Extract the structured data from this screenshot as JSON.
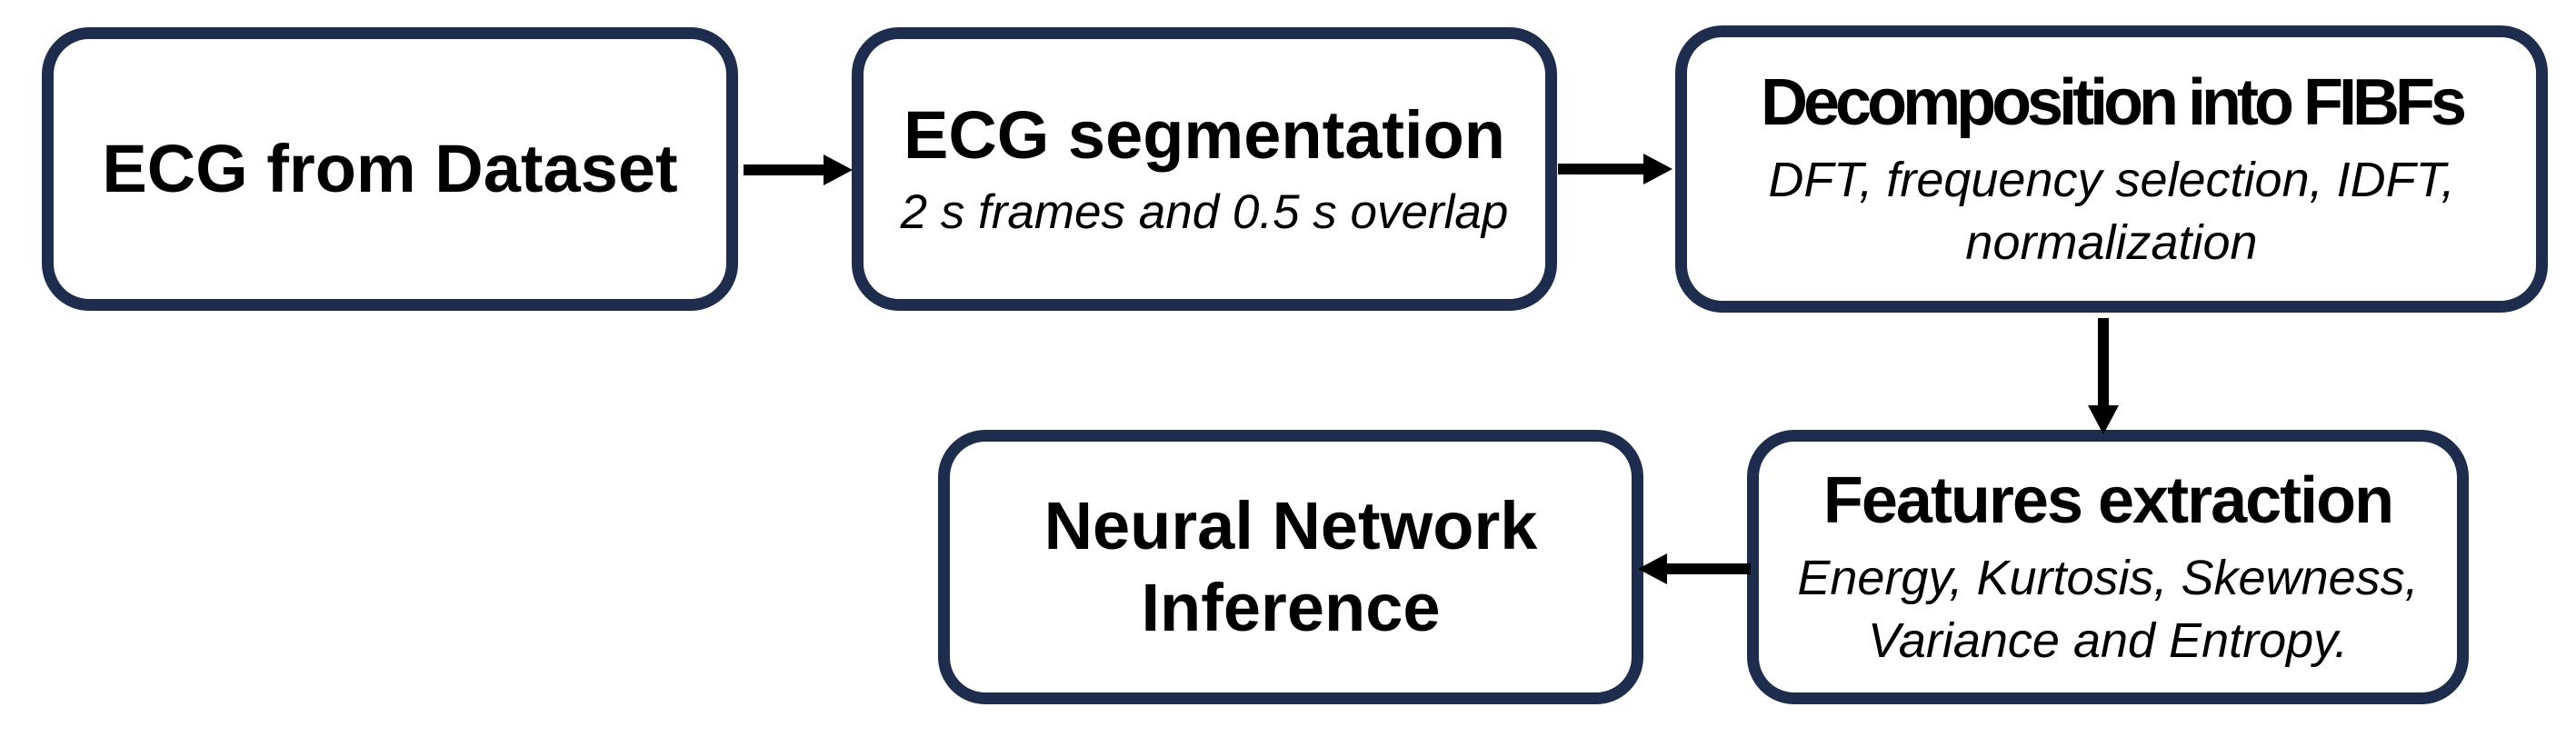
{
  "diagram": {
    "type": "flowchart",
    "background_color": "#ffffff",
    "node_border_color": "#1e2d4d",
    "node_fill_color": "#ffffff",
    "text_color": "#000000",
    "arrow_color": "#000000",
    "nodes": [
      {
        "id": "ecg-dataset",
        "title": "ECG from Dataset",
        "subtitle": ""
      },
      {
        "id": "ecg-segmentation",
        "title": "ECG segmentation",
        "subtitle": "2 s frames and 0.5 s overlap"
      },
      {
        "id": "decomposition",
        "title": "Decomposition into FIBFs",
        "subtitle": "DFT, frequency selection, IDFT, normalization"
      },
      {
        "id": "nn-inference",
        "title": "Neural Network Inference",
        "subtitle": ""
      },
      {
        "id": "features",
        "title": "Features extraction",
        "subtitle": "Energy, Kurtosis, Skewness, Variance and Entropy."
      }
    ],
    "edges": [
      {
        "from": "ecg-dataset",
        "to": "ecg-segmentation",
        "direction": "right"
      },
      {
        "from": "ecg-segmentation",
        "to": "decomposition",
        "direction": "right"
      },
      {
        "from": "decomposition",
        "to": "features",
        "direction": "down"
      },
      {
        "from": "features",
        "to": "nn-inference",
        "direction": "left"
      }
    ]
  }
}
